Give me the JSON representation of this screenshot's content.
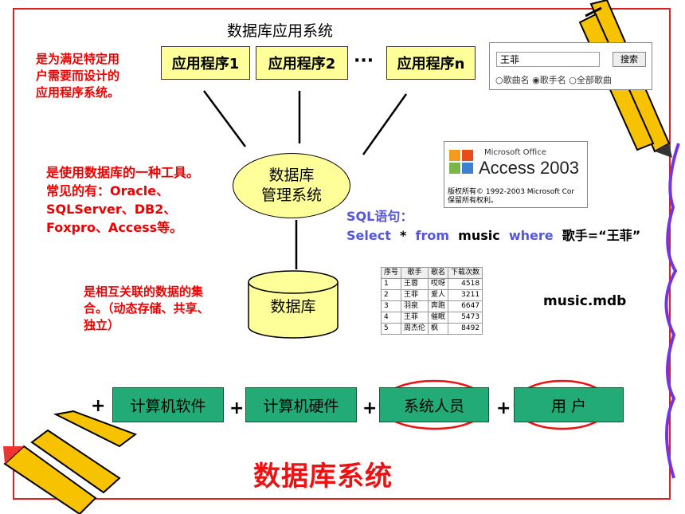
{
  "top_title": "数据库应用系统",
  "apps": [
    "应用程序1",
    "应用程序2",
    "应用程序n"
  ],
  "dots": "···",
  "app_note": [
    "是为满足特定用",
    "户需要而设计的",
    "应用程序系统。"
  ],
  "dbms": {
    "line1": "数据库",
    "line2": "管理系统"
  },
  "dbms_note": [
    "是使用数据库的一种工具。",
    "常见的有：Oracle、",
    "SQLServer、DB2、",
    "Foxpro、Access等。"
  ],
  "sql": {
    "label": "SQL语句：",
    "select": "Select",
    "star": "*",
    "from": "from",
    "table": "music",
    "where": "where",
    "cond": "歌手=“王菲”"
  },
  "search": {
    "value": "王菲",
    "button": "搜索",
    "options": [
      "歌曲名",
      "歌手名",
      "全部歌曲"
    ],
    "selected": "歌手名"
  },
  "access": {
    "brand": "Microsoft Office",
    "product": "Access",
    "version": "2003",
    "copyright1": "版权所有© 1992-2003 Microsoft Cor",
    "copyright2": "保留所有权利。"
  },
  "database": {
    "label": "数据库"
  },
  "db_note": [
    "是相互关联的数据的集",
    "合。（动态存储、共享、",
    "独立）"
  ],
  "table": {
    "headers": [
      "序号",
      "歌手",
      "歌名",
      "下载次数"
    ],
    "rows": [
      [
        "1",
        "王蓉",
        "哎呀",
        "4518"
      ],
      [
        "2",
        "王菲",
        "爱人",
        "3211"
      ],
      [
        "3",
        "羽泉",
        "奔跑",
        "6647"
      ],
      [
        "4",
        "王菲",
        "催眠",
        "5473"
      ],
      [
        "5",
        "周杰伦",
        "枫",
        "8492"
      ]
    ]
  },
  "mdb_file": "music.mdb",
  "components": [
    "计算机软件",
    "计算机硬件",
    "系统人员",
    "用 户"
  ],
  "plus": "+",
  "main_title": "数据库系统",
  "colors": {
    "frame": "#e02020",
    "yellow": "#ffff99",
    "green": "#22aa77",
    "red_text": "#ee0000",
    "sql_blue": "#5555dd"
  }
}
